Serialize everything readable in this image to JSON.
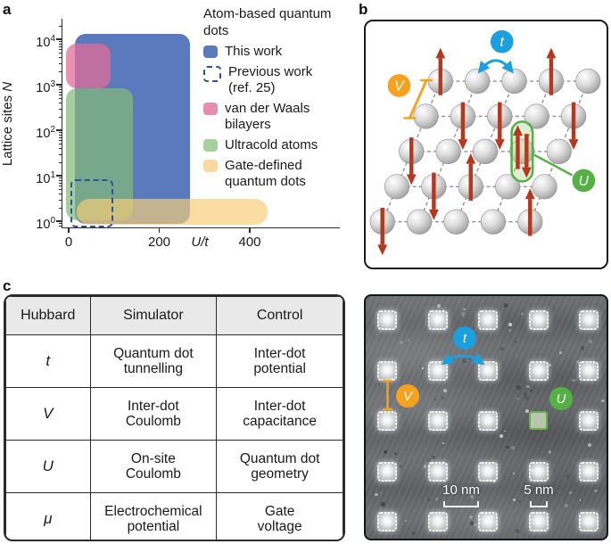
{
  "panels": {
    "a": "a",
    "b": "b",
    "c": "c"
  },
  "panel_a": {
    "ylabel": {
      "text": "Lattice sites ",
      "symbol": "N"
    },
    "xlabel": "U/t",
    "legend": {
      "title": "Atom-based quantum\ndots",
      "items": [
        {
          "label": "This work",
          "swatch": "#5b79bd",
          "swatch_style": "solid"
        },
        {
          "label": "Previous work\n(ref. 25)",
          "swatch": "#2f4f9f",
          "swatch_style": "dashed"
        },
        {
          "label": "van der Waals\nbilayers",
          "swatch": "#e78cab",
          "swatch_style": "solid"
        },
        {
          "label": "Ultracold atoms",
          "swatch": "#a7d09f",
          "swatch_style": "solid"
        },
        {
          "label": "Gate-defined\nquantum dots",
          "swatch": "#fad9a0",
          "swatch_style": "solid"
        }
      ]
    },
    "chart_data": {
      "type": "area",
      "title": "",
      "xlabel": "U/t",
      "ylabel": "Lattice sites N",
      "x_axis": {
        "scale": "linear",
        "min": 0,
        "max": 600,
        "ticks": [
          0,
          200,
          400
        ]
      },
      "y_axis": {
        "scale": "log",
        "min": 0.8,
        "max": 20000,
        "ticks": [
          1,
          10,
          100,
          1000,
          10000
        ]
      },
      "grid": false,
      "legend_position": "right",
      "regions": [
        {
          "name": "This work",
          "x": [
            13,
            268
          ],
          "y": [
            0.87,
            13000
          ],
          "fill": "#5b79bd",
          "radius": 12
        },
        {
          "name": "van der Waals bilayers",
          "x": [
            -5,
            92
          ],
          "y": [
            850,
            8000
          ],
          "fill": "rgba(226,108,152,0.75)",
          "radius": 12
        },
        {
          "name": "Ultracold atoms",
          "x": [
            -5,
            142
          ],
          "y": [
            1.05,
            850
          ],
          "fill": "rgba(130,186,120,0.72)",
          "radius": 12
        },
        {
          "name": "Gate-defined quantum dots",
          "x": [
            18,
            440
          ],
          "y": [
            0.83,
            3.1
          ],
          "fill": "rgba(247,205,120,0.68)",
          "radius": 14
        },
        {
          "name": "Previous work (ref. 25)",
          "x": [
            4,
            91
          ],
          "y": [
            0.87,
            8.4
          ],
          "stroke": "#2f4f9f",
          "style": "dashed",
          "radius": 6
        }
      ]
    }
  },
  "panel_b": {
    "lattice": {
      "rows": 5,
      "cols": 5,
      "spins": [
        [
          "up",
          null,
          null,
          "up",
          null
        ],
        [
          null,
          "down",
          "down",
          null,
          "down"
        ],
        [
          "down",
          null,
          null,
          "pair",
          null
        ],
        [
          null,
          "down",
          "up",
          null,
          null
        ],
        [
          "down",
          null,
          null,
          null,
          "up"
        ]
      ],
      "u_site": {
        "row": 2,
        "col": 3
      }
    },
    "labels": {
      "t": {
        "text": "t",
        "color": "#1b9fdd"
      },
      "V": {
        "text": "V",
        "color": "#f6a21e"
      },
      "U": {
        "text": "U",
        "color": "#55b045"
      }
    },
    "colors": {
      "arrow": "#b5381e",
      "bond": "#909090",
      "sphere_edge": "#8f8f8f"
    }
  },
  "panel_c": {
    "table": {
      "headers": [
        "Hubbard",
        "Simulator",
        "Control"
      ],
      "rows": [
        {
          "symbol": "t",
          "simulator": "Quantum dot\ntunnelling",
          "control": "Inter-dot\npotential"
        },
        {
          "symbol": "V",
          "simulator": "Inter-dot\nCoulomb",
          "control": "Inter-dot\ncapacitance"
        },
        {
          "symbol": "U",
          "simulator": "On-site\nCoulomb",
          "control": "Quantum dot\ngeometry"
        },
        {
          "symbol": "μ",
          "simulator": "Electrochemical\npotential",
          "control": "Gate\nvoltage"
        }
      ]
    }
  },
  "panel_stm": {
    "grid": {
      "rows": 5,
      "cols": 5
    },
    "labels": {
      "t": {
        "text": "t",
        "color": "#1b9fdd"
      },
      "V": {
        "text": "V",
        "color": "#f6a21e"
      },
      "U": {
        "text": "U",
        "color": "#55b045"
      }
    },
    "scalebars": [
      {
        "label": "10 nm"
      },
      {
        "label": "5 nm"
      }
    ]
  }
}
